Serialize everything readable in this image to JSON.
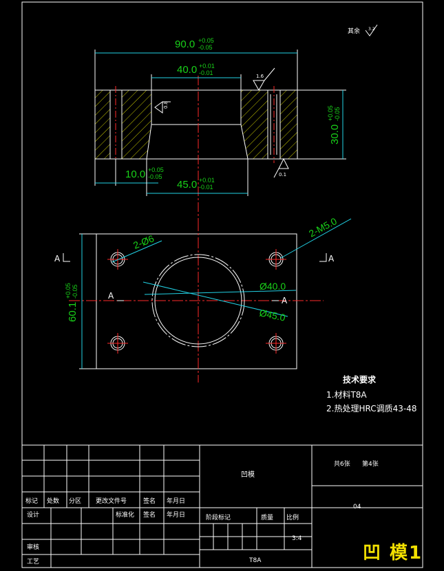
{
  "roughness": {
    "label": "其余",
    "value": "3.2"
  },
  "section_view": {
    "dim_width": "90.0",
    "dim_width_tol": [
      "+0.05",
      "-0.05"
    ],
    "dim_bore_top": "40.0",
    "dim_bore_top_tol": [
      "+0.01",
      "-0.01"
    ],
    "dim_bore_bottom": "45.0",
    "dim_bore_bottom_tol": [
      "+0.01",
      "-0.01"
    ],
    "dim_wall": "10.0",
    "dim_wall_tol": [
      "+0.05",
      "-0.05"
    ],
    "dim_height": "30.0",
    "dim_height_tol": [
      "+0.05",
      "-0.05"
    ],
    "rough_bore": "0.8",
    "rough_top": "1.6",
    "rough_bottom": "0.1"
  },
  "plan_view": {
    "label_2m5": "2-M5.0",
    "label_2d6": "2-Ø6",
    "label_d40": "Ø40.0",
    "label_d45": "Ø45.0",
    "dim_height": "60.1",
    "dim_height_tol": [
      "+0.05",
      "-0.05"
    ],
    "section_marks": [
      "A",
      "A",
      "A",
      "A"
    ]
  },
  "tech_req": {
    "title": "技术要求",
    "items": [
      "1.材料T8A",
      "2.热处理HRC调质43-48"
    ]
  },
  "title_block": {
    "part_name": "凹模",
    "sheets": "共6张",
    "sheet_no": "第4张",
    "drawing_no": "04",
    "material": "T8A",
    "scale": "3:4",
    "headers": [
      "标记",
      "处数",
      "分区",
      "更改文件号",
      "签名",
      "年月日"
    ],
    "row2": [
      "设计",
      "标准化",
      "签名",
      "年月日"
    ],
    "stage_label": "阶段标记",
    "weight_label": "质量",
    "scale_label": "比例",
    "review": "审核",
    "process": "工艺"
  },
  "stamp": "凹 模1"
}
